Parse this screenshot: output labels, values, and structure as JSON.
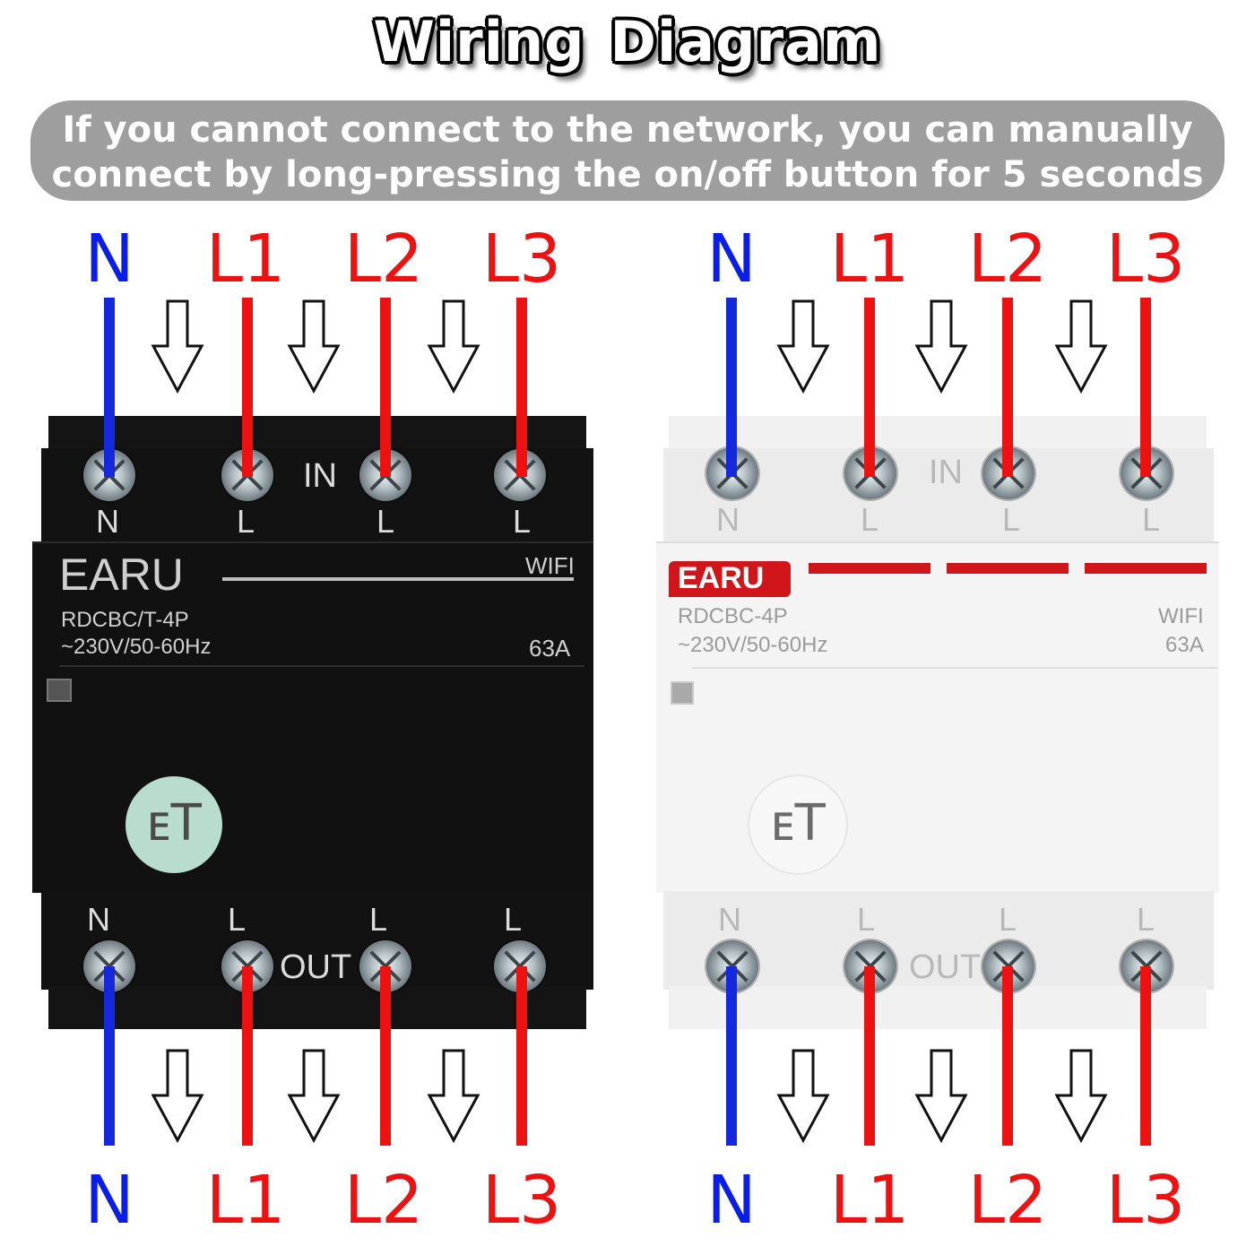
{
  "title": [
    "Wiring",
    "Diagram"
  ],
  "banner": {
    "line1": "If you cannot connect to the network, you can manually",
    "line2": "connect by long-pressing the on/off button for 5 seconds"
  },
  "wire_labels": [
    "N",
    "L1",
    "L2",
    "L3"
  ],
  "colors": {
    "neutral": "#1428e0",
    "line": "#ee1111"
  },
  "devices": [
    {
      "theme": "black",
      "brand": "EARU",
      "model": "RDCBC/T-4P",
      "voltage": "~230V/50-60Hz",
      "wifi": "WIFI",
      "current": "63A",
      "in_label": "IN",
      "out_label": "OUT",
      "terminal_letters": [
        "N",
        "L",
        "L",
        "L"
      ],
      "logo": "ET",
      "button": "eT-button-icon"
    },
    {
      "theme": "white",
      "brand": "EARU",
      "model": "RDCBC-4P",
      "voltage": "~230V/50-60Hz",
      "wifi": "WIFI",
      "current": "63A",
      "in_label": "IN",
      "out_label": "OUT",
      "terminal_letters": [
        "N",
        "L",
        "L",
        "L"
      ],
      "logo": "ET",
      "button": "eT-button-icon"
    }
  ]
}
